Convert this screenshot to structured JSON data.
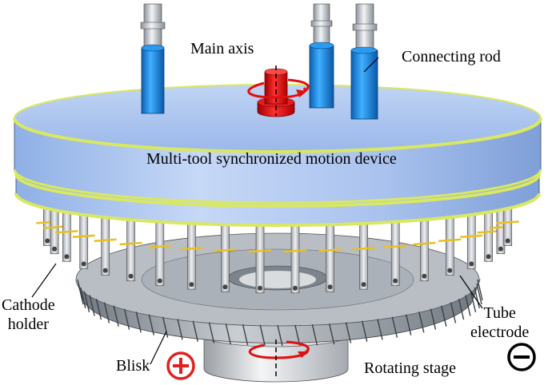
{
  "labels": {
    "main_axis": "Main axis",
    "connecting_rod": "Connecting rod",
    "device": "Multi-tool synchronized motion device",
    "cathode_line1": "Cathode",
    "cathode_line2": "holder",
    "tube_line1": "Tube",
    "tube_line2": "electrode",
    "blisk": "Blisk",
    "rotating_stage": "Rotating stage"
  },
  "colors": {
    "plate": "#a9c4ee",
    "plate_rim": "#d9e860",
    "rod_blue": "#1f8fe0",
    "rod_steel": "#c8ccd2",
    "main_axis_red": "#e01010",
    "holder_silver": "#d4d6da",
    "blisk_gray": "#9aa2aa",
    "electrode_gold": "#e8c020",
    "polarity_red": "#e02020",
    "polarity_black": "#000000"
  },
  "icons": {
    "positive": "plus-circle-icon",
    "negative": "minus-circle-icon",
    "rotation": "rotation-arrow-icon"
  }
}
